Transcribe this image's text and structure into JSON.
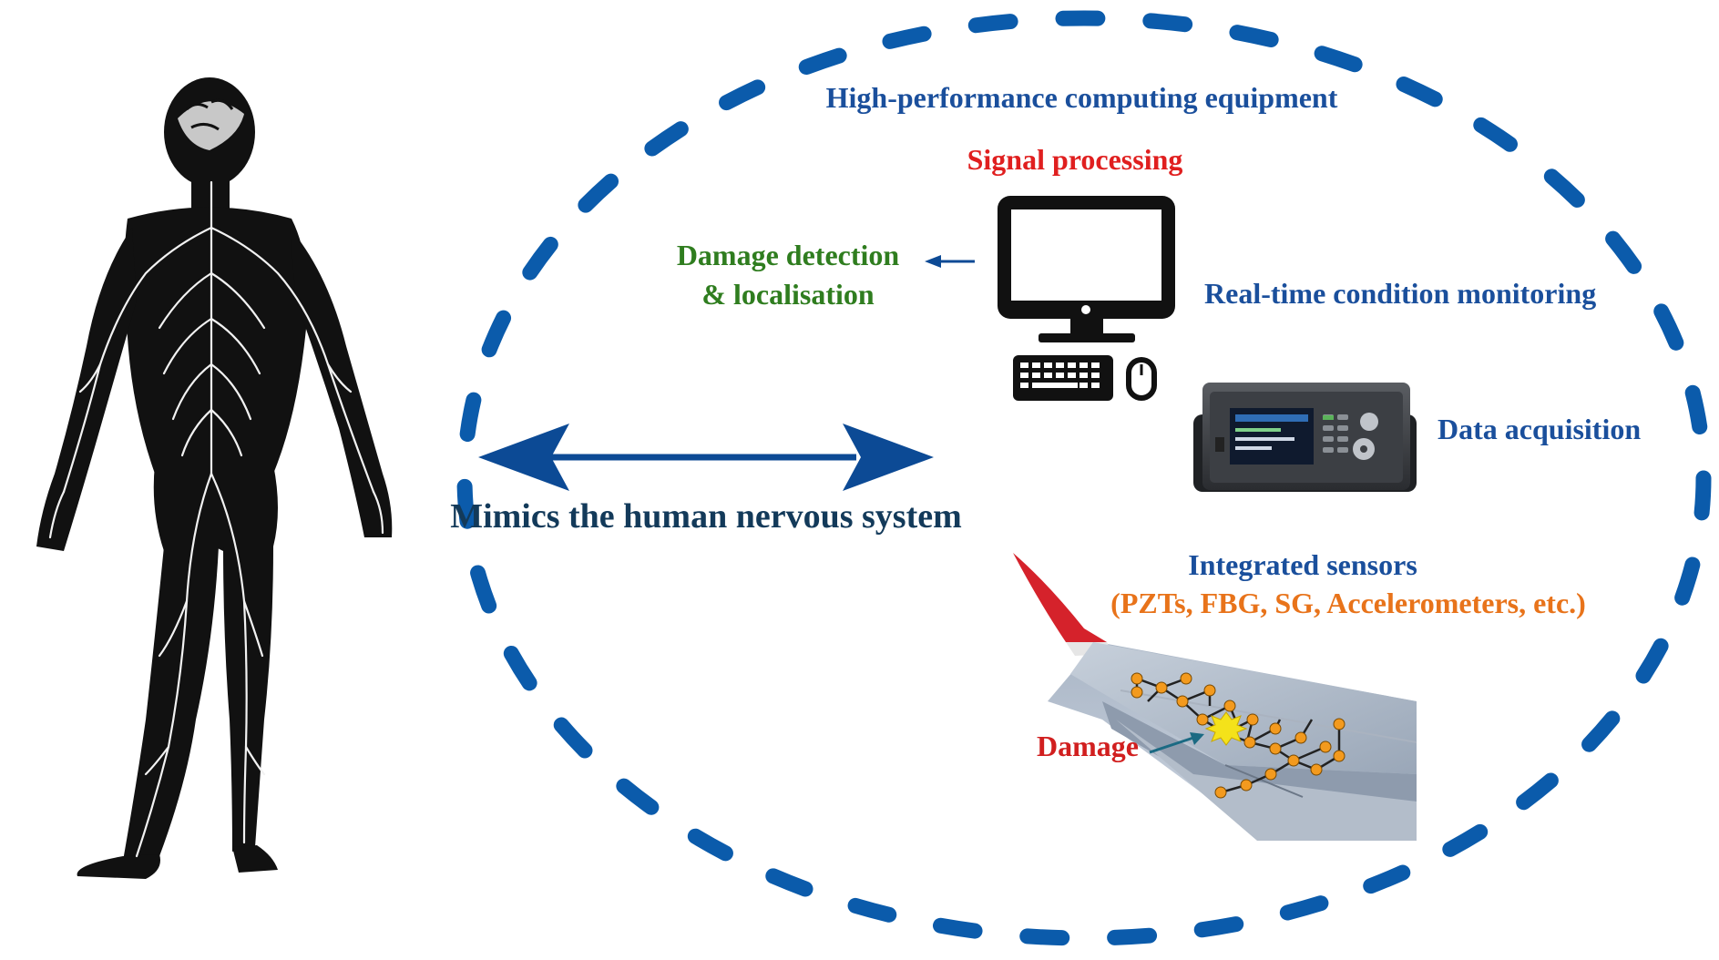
{
  "labels": {
    "hpc": "High-performance computing equipment",
    "signal_processing": "Signal processing",
    "damage_detection_line1": "Damage detection",
    "damage_detection_line2": "& localisation",
    "realtime": "Real-time condition monitoring",
    "daq": "Data acquisition",
    "mimics": "Mimics the human nervous system",
    "sensors_title": "Integrated sensors",
    "sensors_list": "(PZTs, FBG, SG, Accelerometers, etc.)",
    "damage": "Damage"
  },
  "colors": {
    "blue": "#1a4f9c",
    "dash_blue": "#0b5bab",
    "arrow_blue": "#0c4a95",
    "red": "#e01f1f",
    "green": "#2f7d1f",
    "orange": "#e8731a",
    "dark_navy": "#133a5a",
    "sensor_orange": "#f39a1e",
    "damage_yellow": "#f4e21a"
  },
  "icons": {
    "human": "human-nervous-system-illustration",
    "computer": "desktop-computer-icon",
    "daq": "data-acquisition-device",
    "wing": "aircraft-wing-with-sensors"
  }
}
